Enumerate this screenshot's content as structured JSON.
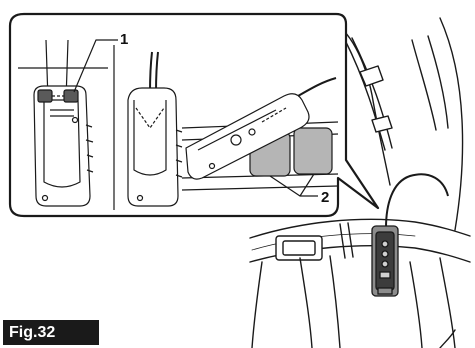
{
  "figure": {
    "label": "Fig.32",
    "callouts": [
      "1",
      "2"
    ]
  },
  "colors": {
    "ink": "#1a1a1a",
    "gray_fill": "#b5b5b5",
    "dark_fill": "#3c3c3c",
    "label_bg": "#1a1a1a",
    "label_fg": "#ffffff"
  }
}
